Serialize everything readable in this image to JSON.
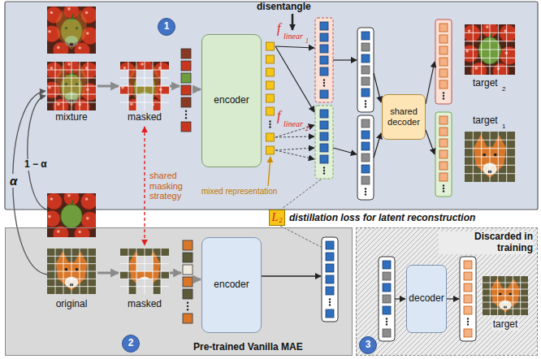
{
  "diagram": {
    "nodes": [
      {
        "text": [
          "1"
        ]
      },
      {
        "text": [
          "encoder"
        ]
      },
      {
        "text": [
          "shared decoder"
        ]
      },
      {
        "text": [
          "Pre-trained Vanilla MAE"
        ]
      },
      {
        "text": [
          "2"
        ],
        "in": 3
      },
      {
        "text": [
          "encoder"
        ],
        "in": 3
      },
      {
        "text": [
          "L",
          "2"
        ]
      },
      {
        "text": [
          "Discarded in training"
        ]
      },
      {
        "text": [
          "3"
        ],
        "in": 7
      },
      {
        "text": [
          "decoder"
        ],
        "in": 7
      }
    ],
    "labels": [
      "disentangle",
      "f",
      "linear",
      "1",
      "f",
      "linear",
      "2",
      "mixture",
      "masked",
      "target",
      "2",
      "target",
      "1",
      "mixed representation",
      "α",
      "1 − α",
      "shared masking strategy",
      "distillation loss for latent reconstruction",
      "original",
      "masked",
      "target"
    ]
  }
}
